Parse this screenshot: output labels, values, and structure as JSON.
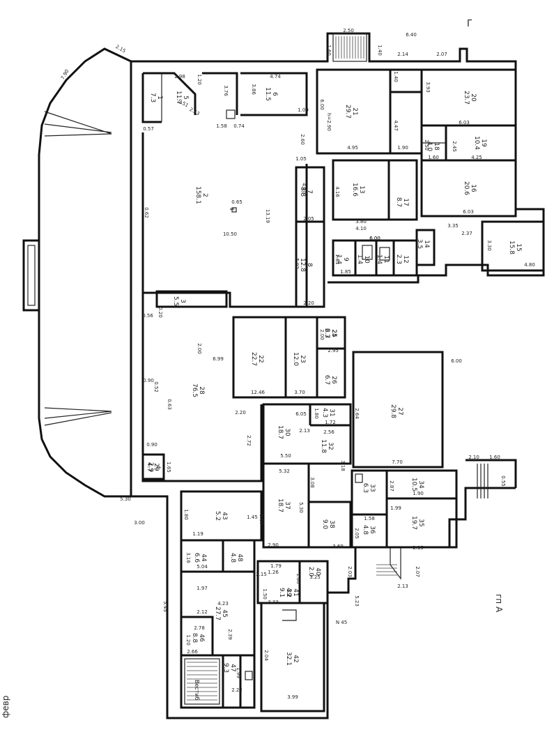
{
  "plan": {
    "corner_label": "Г",
    "section_label": "гп А",
    "stamp_label": "февр",
    "rooms": [
      {
        "num": "1",
        "area": "7.3"
      },
      {
        "num": "2",
        "area": "158.1"
      },
      {
        "num": "3",
        "area": "5.5"
      },
      {
        "num": "4",
        "area": "2.9"
      },
      {
        "num": "5",
        "area": "11.7"
      },
      {
        "num": "6",
        "area": "11.5"
      },
      {
        "num": "7",
        "area": "8.8"
      },
      {
        "num": "8",
        "area": "12.8"
      },
      {
        "num": "9",
        "area": "1.4"
      },
      {
        "num": "10",
        "area": "1.4"
      },
      {
        "num": "11",
        "area": "1.4"
      },
      {
        "num": "12",
        "area": "2.3"
      },
      {
        "num": "13",
        "area": "16.6"
      },
      {
        "num": "14",
        "area": "3.5"
      },
      {
        "num": "15",
        "area": "15.8"
      },
      {
        "num": "16",
        "area": "20.6"
      },
      {
        "num": "17",
        "area": "8.7"
      },
      {
        "num": "18",
        "area": "4.0"
      },
      {
        "num": "19",
        "area": "10.4"
      },
      {
        "num": "20",
        "area": "23.7"
      },
      {
        "num": "21",
        "area": "29.7"
      },
      {
        "num": "22",
        "area": "22.7"
      },
      {
        "num": "23",
        "area": "12.0"
      },
      {
        "num": "24",
        "area": "2.7"
      },
      {
        "num": "25",
        "area": "6.3"
      },
      {
        "num": "26",
        "area": "6.7"
      },
      {
        "num": "27",
        "area": "29.8"
      },
      {
        "num": "28",
        "area": "76.5"
      },
      {
        "num": "29",
        "area": "4.7"
      },
      {
        "num": "30",
        "area": "18.7"
      },
      {
        "num": "31",
        "area": "4.3"
      },
      {
        "num": "32",
        "area": "11.8"
      },
      {
        "num": "33",
        "area": "6.3"
      },
      {
        "num": "34",
        "area": "10.5"
      },
      {
        "num": "35",
        "area": "19.7"
      },
      {
        "num": "36",
        "area": "4.8"
      },
      {
        "num": "37",
        "area": "18.7"
      },
      {
        "num": "38",
        "area": "9.0"
      },
      {
        "num": "39",
        "area": "9.1"
      },
      {
        "num": "40",
        "area": "2.0"
      },
      {
        "num": "41",
        "area": "4.2"
      },
      {
        "num": "42",
        "area": "32.1"
      },
      {
        "num": "43",
        "area": "5.2"
      },
      {
        "num": "44",
        "area": "6.6"
      },
      {
        "num": "45",
        "area": "27.7"
      },
      {
        "num": "46",
        "area": "8.8"
      },
      {
        "num": "47",
        "area": "9.3"
      },
      {
        "num": "48",
        "area": "4.8"
      }
    ],
    "dimensions": [
      "2.50",
      "6.40",
      "1.60",
      "1.40",
      "2.14",
      "2.07",
      "2.15",
      "7.90",
      "2.98",
      "1.20",
      "4.74",
      "3.76",
      "3.86",
      "1.00",
      "2.53",
      "0.51",
      "1.58",
      "0.74",
      "0.57",
      "2.60",
      "h=2.90",
      "6.00",
      "4.95",
      "1.90",
      "1.40",
      "6.03",
      "3.93",
      "4.47",
      "2.50",
      "2.45",
      "1.60",
      "4.25",
      "1.05",
      "4.10",
      "2.05",
      "4.16",
      "6.00",
      "6.03",
      "0.65",
      "13.19",
      "10.50",
      "0.62",
      "3.80",
      "4.10",
      "6.00",
      "3.35",
      "2.37",
      "3.30",
      "4.80",
      "1.85",
      "1.81",
      "5.92",
      "2.20",
      "0.56",
      "0.20",
      "2.00",
      "6.99",
      "0.90",
      "0.52",
      "0.63",
      "12.46",
      "3.70",
      "2.00",
      "2.95",
      "2.20",
      "2.13",
      "6.05",
      "1.80",
      "1.72",
      "2.56",
      "2.64",
      "7.70",
      "6.00",
      "0.90",
      "1.65",
      "2.10",
      "1.60",
      "0.55",
      "2.72",
      "5.50",
      "3.18",
      "5.32",
      "3.08",
      "2.87",
      "1.99",
      "1.90",
      "5.30",
      "1.80",
      "3.00",
      "1.45",
      "0.67",
      "1.19",
      "5.30",
      "3.69",
      "2.90",
      "1.58",
      "2.05",
      "2.15",
      "5.04",
      "3.16",
      "2.15",
      "1.79",
      "3.25",
      "1.26",
      "2.03",
      "2.07",
      "1.80",
      "1.50",
      "3.33",
      "2.13",
      "1.97",
      "4.23",
      "5.23",
      "5.45",
      "2.12",
      "N 45",
      "2.78",
      "1.20",
      "2.66",
      "2.39",
      "2.04",
      "1.99",
      "2.22",
      "3.99",
      "0.20",
      "4.50"
    ],
    "stair_label": "Вестиб"
  }
}
